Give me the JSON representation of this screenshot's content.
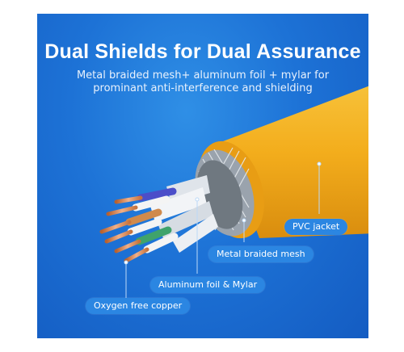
{
  "headline": "Dual Shields for Dual Assurance",
  "subheadline_line1": "Metal braided  mesh+ aluminum foil + mylar for",
  "subheadline_line2": "prominant anti-interference and shielding",
  "callouts": {
    "pvc_jacket": "PVC jacket",
    "metal_braided_mesh": "Metal braided mesh",
    "aluminum_foil_mylar": "Aluminum foil & Mylar",
    "oxygen_free_copper": "Oxygen free copper"
  },
  "colors": {
    "background": "#1d72d6",
    "jacket": "#f3ad1c",
    "callout_fill": "#2b86e2"
  }
}
